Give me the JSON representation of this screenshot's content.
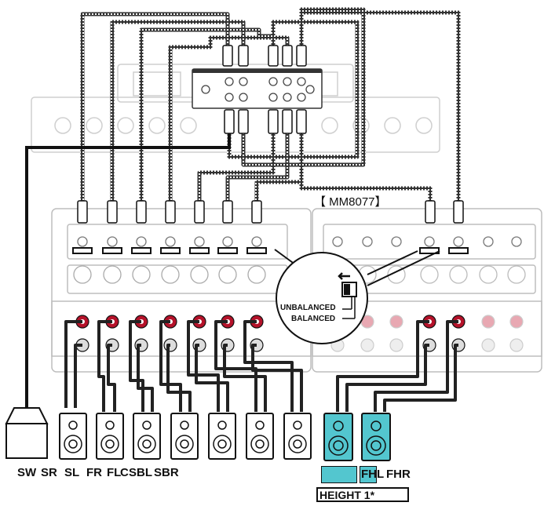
{
  "diagram": {
    "model_label": "【 MM8077】",
    "channel_labels": [
      "SW",
      "SR",
      "SL",
      "FR",
      "FL",
      "C",
      "SBL",
      "SBR"
    ],
    "height_channel_labels": [
      "FHL",
      "FHR"
    ],
    "height_legend": "HEIGHT 1*",
    "inset": {
      "unbalanced_label": "UNBALANCED",
      "balanced_label": "BALANCED"
    },
    "colors": {
      "height_speaker": "#53c6cf",
      "red_terminal": "#b5122a",
      "cable": "#222222",
      "panel_outline": "#bdbdbd"
    }
  }
}
